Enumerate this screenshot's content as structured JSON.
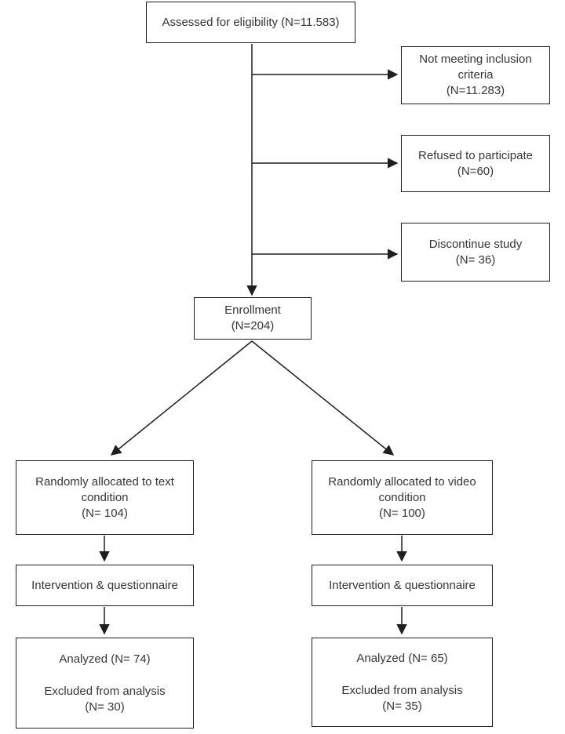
{
  "colors": {
    "line": "#1f1f1f",
    "text": "#363636",
    "background": "#ffffff"
  },
  "flowchart": {
    "eligibility": {
      "lines": [
        "Assessed for eligibility (N=11.583)"
      ]
    },
    "exclusions": [
      {
        "lines": [
          "Not meeting inclusion",
          "criteria",
          "(N=11.283)"
        ]
      },
      {
        "lines": [
          "Refused to participate",
          "(N=60)"
        ]
      },
      {
        "lines": [
          "Discontinue study",
          "(N= 36)"
        ]
      }
    ],
    "enrollment": {
      "lines": [
        "Enrollment",
        "(N=204)"
      ]
    },
    "branches": [
      {
        "allocation_lines": [
          "Randomly allocated to text",
          "condition",
          "(N= 104)"
        ],
        "intervention": "Intervention & questionnaire",
        "analyzed": "Analyzed (N= 74)",
        "excluded_lines": [
          "Excluded from analysis",
          "(N= 30)"
        ]
      },
      {
        "allocation_lines": [
          "Randomly allocated to video",
          "condition",
          "(N= 100)"
        ],
        "intervention": "Intervention & questionnaire",
        "analyzed": "Analyzed (N= 65)",
        "excluded_lines": [
          "Excluded from analysis",
          "(N= 35)"
        ]
      }
    ]
  }
}
